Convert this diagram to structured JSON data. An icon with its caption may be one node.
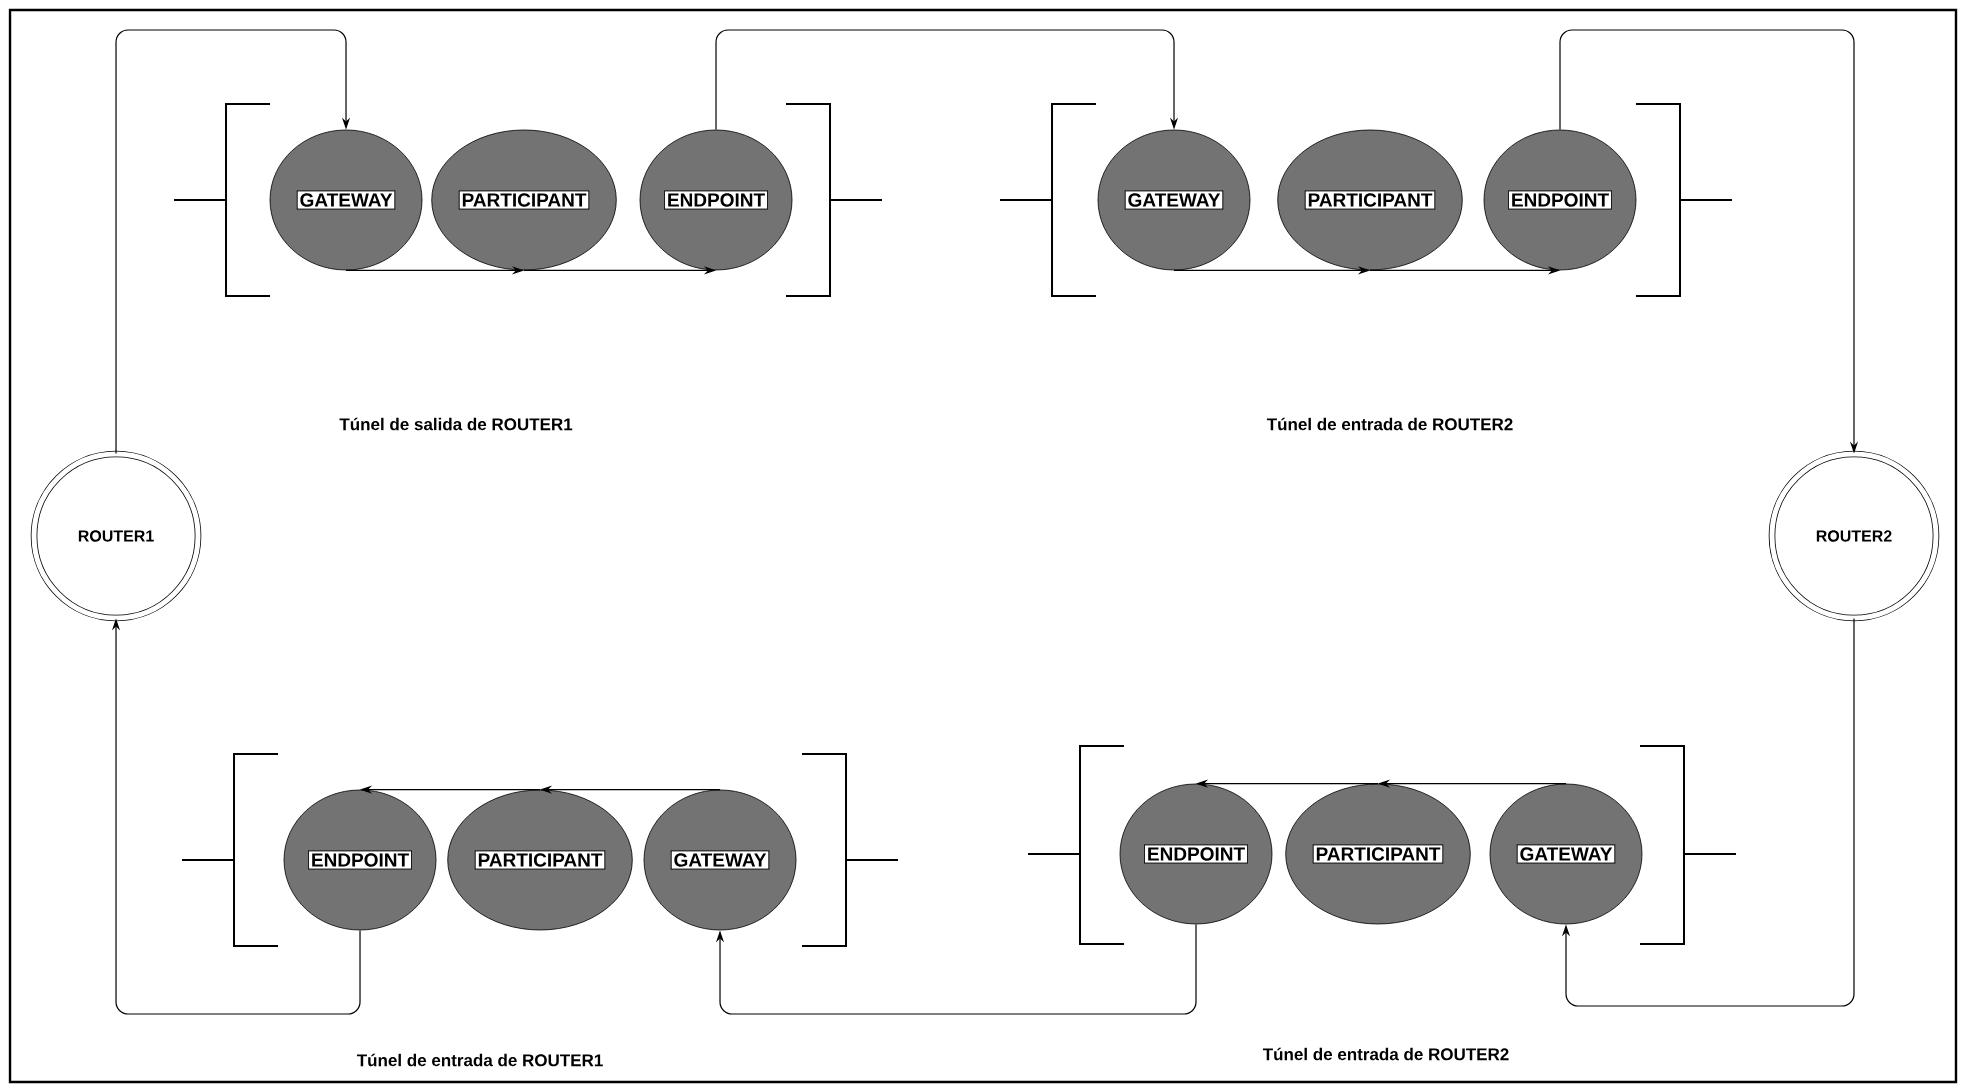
{
  "diagram": {
    "nodes": [
      {
        "text": [
          "GATEWAY"
        ]
      },
      {
        "text": [
          "PARTICIPANT"
        ]
      },
      {
        "text": [
          "ENDPOINT"
        ]
      },
      {
        "text": [
          "GATEWAY"
        ]
      },
      {
        "text": [
          "PARTICIPANT"
        ]
      },
      {
        "text": [
          "ENDPOINT"
        ]
      },
      {
        "text": [
          "ROUTER1"
        ]
      },
      {
        "text": [
          "ROUTER2"
        ]
      },
      {
        "text": [
          "ENDPOINT"
        ]
      },
      {
        "text": [
          "PARTICIPANT"
        ]
      },
      {
        "text": [
          "GATEWAY"
        ]
      },
      {
        "text": [
          "ENDPOINT"
        ]
      },
      {
        "text": [
          "PARTICIPANT"
        ]
      },
      {
        "text": [
          "GATEWAY"
        ]
      }
    ],
    "edges": [
      {
        "from": 6,
        "to": 0,
        "arrow": "to"
      },
      {
        "from": 0,
        "to": 1,
        "arrow": "to"
      },
      {
        "from": 1,
        "to": 2,
        "arrow": "to"
      },
      {
        "from": 2,
        "to": 3,
        "arrow": "to"
      },
      {
        "from": 3,
        "to": 4,
        "arrow": "to"
      },
      {
        "from": 4,
        "to": 5,
        "arrow": "to"
      },
      {
        "from": 5,
        "to": 7,
        "arrow": "to"
      },
      {
        "from": 7,
        "to": 13,
        "arrow": "to"
      },
      {
        "from": 13,
        "to": 12,
        "arrow": "to"
      },
      {
        "from": 12,
        "to": 11,
        "arrow": "to"
      },
      {
        "from": 11,
        "to": 10,
        "arrow": "to"
      },
      {
        "from": 10,
        "to": 9,
        "arrow": "to"
      },
      {
        "from": 9,
        "to": 8,
        "arrow": "to"
      },
      {
        "from": 8,
        "to": 6,
        "arrow": "to"
      }
    ],
    "labels": [
      "Túnel de salida de ROUTER1",
      "Túnel de entrada de ROUTER2",
      "Túnel de entrada de ROUTER1",
      "Túnel de entrada de ROUTER2"
    ]
  }
}
